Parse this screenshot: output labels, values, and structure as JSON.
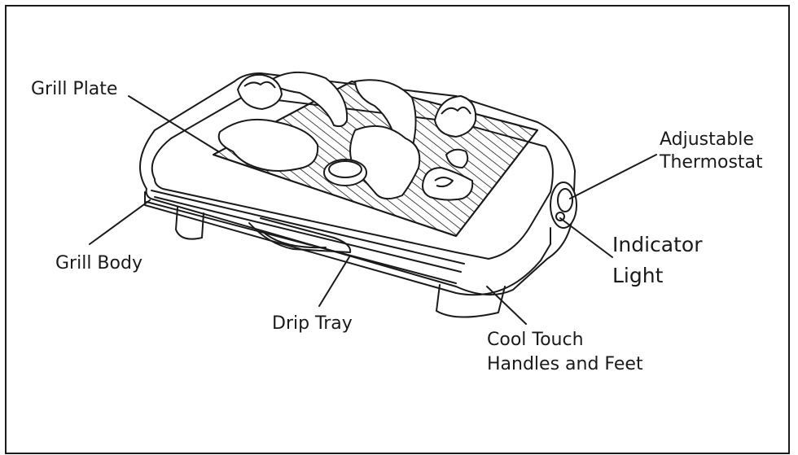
{
  "diagram": {
    "labels": {
      "grill_plate": "Grill Plate",
      "grill_body": "Grill Body",
      "drip_tray": "Drip Tray",
      "adjustable_thermostat_1": "Adjustable",
      "adjustable_thermostat_2": "Thermostat",
      "indicator_light_1": "Indicator",
      "indicator_light_2": "Light",
      "cool_touch_1": "Cool Touch",
      "cool_touch_2": "Handles and Feet"
    },
    "colors": {
      "ink": "#1a1a1a",
      "paper": "#ffffff"
    }
  }
}
